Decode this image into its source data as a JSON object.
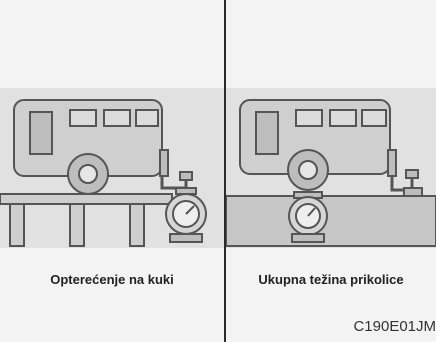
{
  "panels": [
    {
      "caption": "Opterećenje na kuki"
    },
    {
      "caption": "Ukupna težina prikolice"
    }
  ],
  "figure_code": "C190E01JM",
  "colors": {
    "background": "#f3f3f3",
    "shading": "#c9c9c9",
    "outline": "#555555",
    "divider": "#2a2a2a"
  },
  "icons": [
    "trailer-icon",
    "scale-icon",
    "bridge-support-icon"
  ]
}
